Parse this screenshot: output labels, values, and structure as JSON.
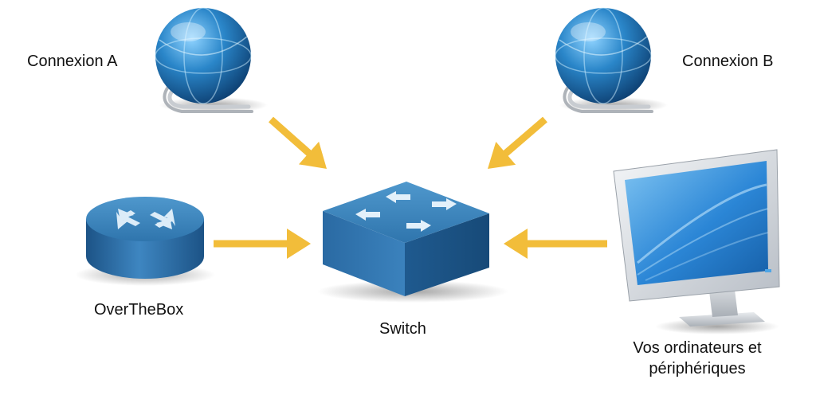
{
  "nodes": {
    "connexion_a": {
      "label": "Connexion A",
      "icon": "globe-icon"
    },
    "connexion_b": {
      "label": "Connexion B",
      "icon": "globe-icon"
    },
    "overthebox": {
      "label": "OverTheBox",
      "icon": "router-icon"
    },
    "switch": {
      "label": "Switch",
      "icon": "switch-icon"
    },
    "devices": {
      "label_line1": "Vos ordinateurs et",
      "label_line2": "périphériques",
      "icon": "monitor-icon"
    }
  },
  "edges": [
    {
      "from": "connexion_a",
      "to": "switch"
    },
    {
      "from": "connexion_b",
      "to": "switch"
    },
    {
      "from": "overthebox",
      "to": "switch"
    },
    {
      "from": "devices",
      "to": "switch"
    }
  ],
  "colors": {
    "arrow": "#F2BD3A",
    "device_blue": "#2E78B0",
    "device_dark": "#1B4F7F",
    "device_light": "#5FA3D4",
    "globe_blue": "#1E77B8",
    "screen_blue": "#2C88D8"
  }
}
